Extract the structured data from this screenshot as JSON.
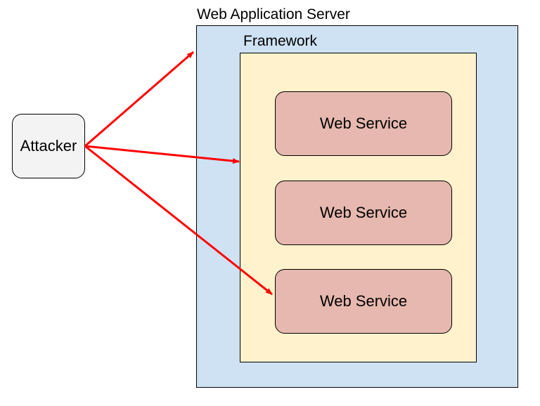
{
  "server": {
    "title": "Web Application Server",
    "fill": "#cfe2f3"
  },
  "framework": {
    "title": "Framework",
    "fill": "#fff2cc"
  },
  "services": [
    {
      "label": "Web Service"
    },
    {
      "label": "Web Service"
    },
    {
      "label": "Web Service"
    }
  ],
  "service_fill": "#e6b8af",
  "attacker": {
    "label": "Attacker",
    "fill": "#f3f3f3"
  },
  "arrow_color": "#ff0000"
}
